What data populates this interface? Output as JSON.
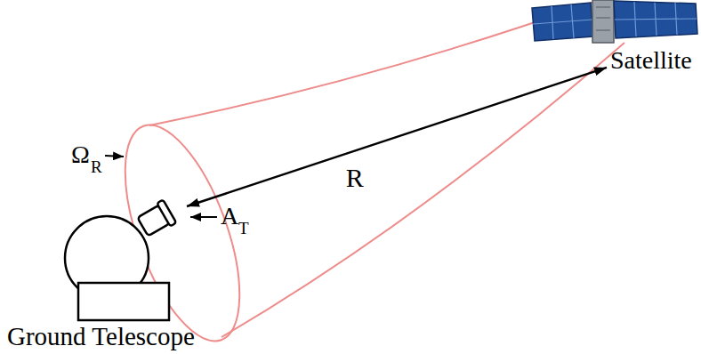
{
  "diagram": {
    "nodes": [
      {
        "text": [
          "Ground Telescope"
        ]
      },
      {
        "text": [
          "Satellite"
        ]
      }
    ],
    "edges": [
      {
        "from": 0,
        "to": 1,
        "arrow": "both",
        "label": "R"
      }
    ],
    "labels": [
      "Ω",
      "R",
      "A",
      "T"
    ]
  }
}
